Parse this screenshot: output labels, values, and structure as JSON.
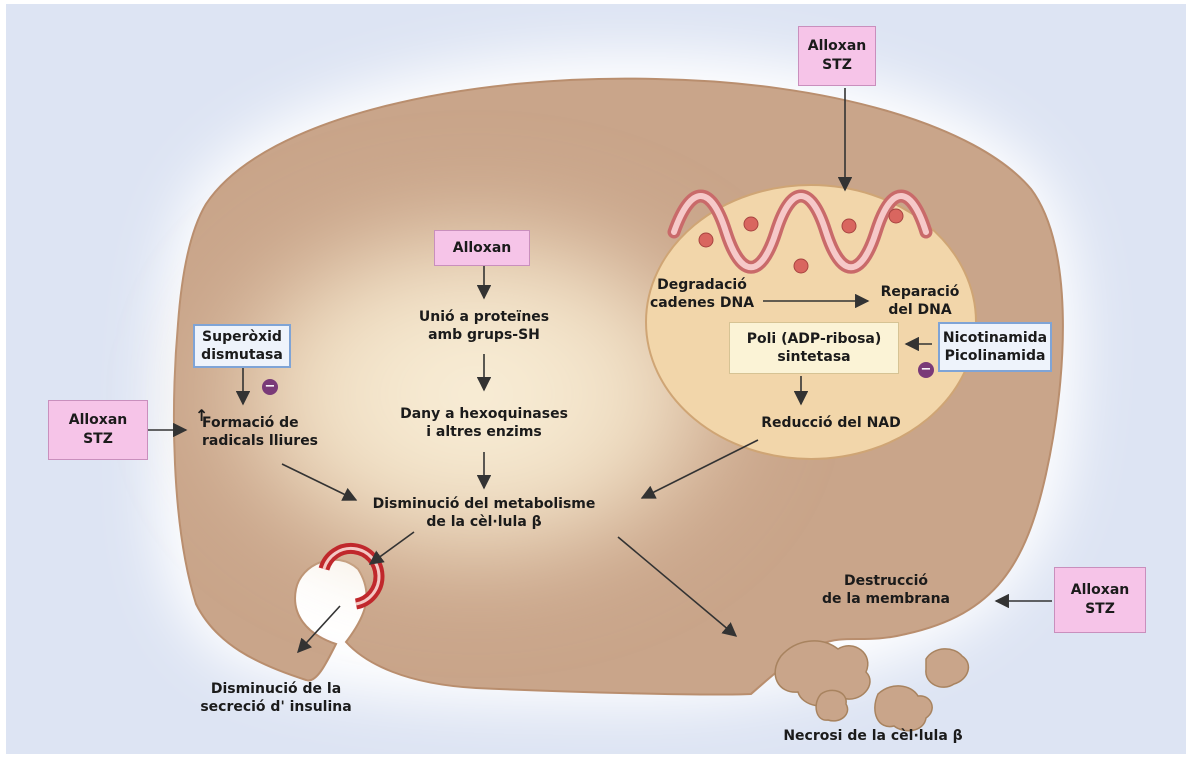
{
  "inhibition_symbol": "−",
  "increase_symbol": "↑",
  "boxes": {
    "alloxan_stz_top": "Alloxan\nSTZ",
    "alloxan_center": "Alloxan",
    "alloxan_stz_left": "Alloxan\nSTZ",
    "alloxan_stz_right": "Alloxan\nSTZ",
    "superoxid": "Superòxid\ndismutasa",
    "nicotinamida": "Nicotinamida\nPicolinamida",
    "poli_adp": "Poli (ADP-ribosa)\nsintetasa"
  },
  "labels": {
    "unio": "Unió a proteïnes\namb grups-SH",
    "dany": "Dany a hexoquinases\ni altres enzims",
    "disminucio_metabolisme": "Disminució del metabolisme\nde la cèl·lula β",
    "formacio": "Formació de\nradicals lliures",
    "degradacio": "Degradació\ncadenes DNA",
    "reparacio": "Reparació\ndel DNA",
    "reduccio": "Reducció del NAD",
    "destruccio": "Destrucció\nde la membrana",
    "disminucio_secrecio": "Disminució de la\nsecreció d' insulina",
    "necrosi": "Necrosi de la cèl·lula β"
  },
  "colors": {
    "background": "#dde4f3",
    "cell": "#c9a58a",
    "nucleus": "#f2d6aa",
    "pink_box": "#f6c4e8",
    "blue_box_border": "#7fa4d6",
    "dna_helix": "#e68a8a",
    "vesicle": "#c0282c",
    "inhibition": "#7a3a78"
  }
}
